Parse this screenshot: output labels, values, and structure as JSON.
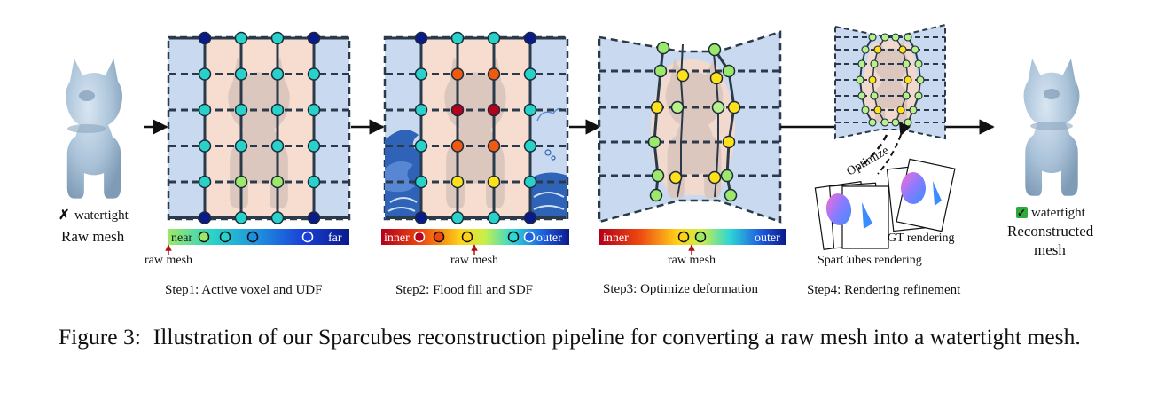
{
  "figure": {
    "raw": {
      "status_mark": "✗",
      "status_word": "watertight",
      "label": "Raw mesh"
    },
    "step1": {
      "near": "near",
      "far": "far",
      "raw_mesh": "raw mesh",
      "label": "Step1: Active voxel and UDF"
    },
    "step2": {
      "inner": "inner",
      "outer": "outer",
      "raw_mesh": "raw mesh",
      "label": "Step2: Flood fill and SDF"
    },
    "step3": {
      "inner": "inner",
      "outer": "outer",
      "raw_mesh": "raw mesh",
      "label": "Step3: Optimize deformation"
    },
    "step4": {
      "optimize": "Optimize",
      "gt": "GT rendering",
      "sparcubes": "SparCubes rendering",
      "label": "Step4: Rendering refinement"
    },
    "result": {
      "status_mark": "✓",
      "status_word": "watertight",
      "label_line1": "Reconstructed",
      "label_line2": "mesh"
    }
  },
  "caption": {
    "prefix": "Figure 3:",
    "text": "Illustration of our Sparcubes reconstruction pipeline for converting a raw mesh into a watertight mesh."
  },
  "colors": {
    "blue_bg": "#c9daf0",
    "peach_bg": "#f7ddd0",
    "grid_line": "#2b3a4a",
    "wave_blue": "#2f63b8",
    "red_x": "#d22222",
    "green_check": "#2eaa3a"
  }
}
